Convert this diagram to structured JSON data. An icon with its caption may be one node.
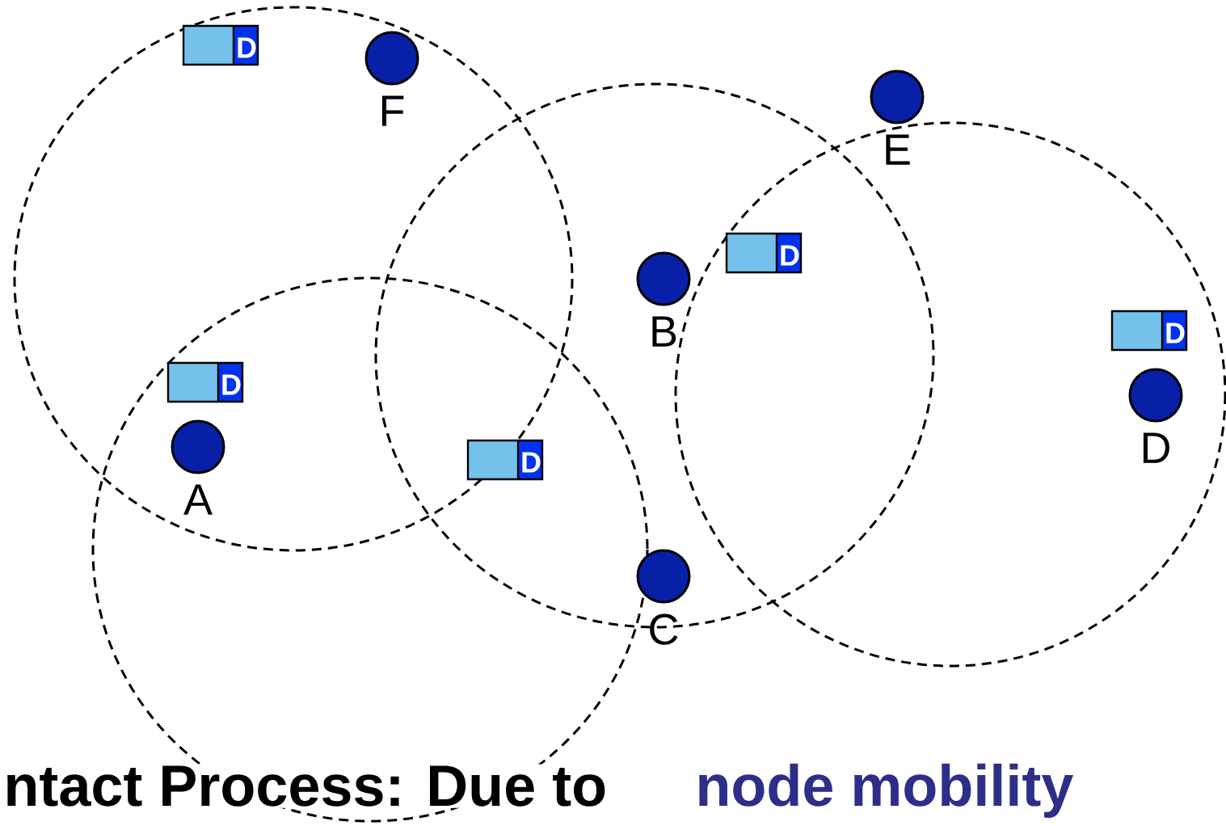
{
  "diagram": {
    "nodes": [
      {
        "text": [
          "D"
        ]
      },
      {
        "text": [
          "F"
        ]
      },
      {
        "text": [
          "E"
        ]
      },
      {
        "text": [
          "D"
        ]
      },
      {
        "text": [
          "B"
        ]
      },
      {
        "text": [
          "D"
        ]
      },
      {
        "text": [
          "D"
        ]
      },
      {
        "text": [
          "D"
        ]
      },
      {
        "text": [
          "D"
        ]
      },
      {
        "text": [
          "A"
        ]
      },
      {
        "text": [
          "C"
        ]
      }
    ],
    "labels": [
      "ntact Process: Due to",
      "node mobility"
    ]
  }
}
